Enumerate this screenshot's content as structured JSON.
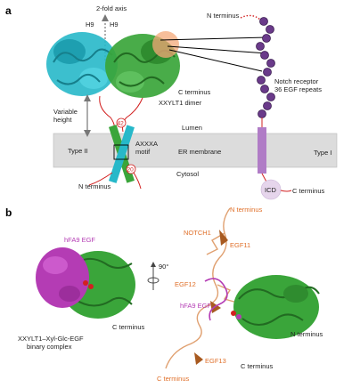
{
  "panel_a": {
    "label": "a",
    "twofold_axis": "2-fold axis",
    "h9_left": "H9",
    "h9_right": "H9",
    "n_terminus_top": "N terminus",
    "c_terminus": "C terminus",
    "dimer": "XXYLT1 dimer",
    "notch_receptor": "Notch receptor",
    "egf_repeats": "36 EGF repeats",
    "variable": "Variable",
    "height": "height",
    "lumen": "Lumen",
    "type_ii": "Type II",
    "axxxa": "AXXXA",
    "motif": "motif",
    "er_membrane": "ER membrane",
    "type_i": "Type I",
    "cytosol": "Cytosol",
    "n_terminus_bottom": "N terminus",
    "icd": "ICD",
    "c_terminus_icd": "C terminus",
    "num_42": "42",
    "num_20": "20"
  },
  "panel_b": {
    "label": "b",
    "hfa9_left": "hFA9 EGF",
    "rotation": "90°",
    "complex_line1": "XXYLT1–Xyl-Glc-EGF",
    "complex_line2": "binary complex",
    "c_terminus_left": "C terminus",
    "n_terminus_top": "N terminus",
    "notch1": "NOTCH1",
    "egf11": "EGF11",
    "egf12": "EGF12",
    "hfa9_right": "hFA9 EGF",
    "n_terminus_right": "N terminus",
    "egf13": "EGF13",
    "c_terminus_orange": "C terminus",
    "c_terminus_green": "C terminus"
  },
  "colors": {
    "cyan": "#27b8c9",
    "green": "#3aa53a",
    "purple": "#8a3a9a",
    "magenta": "#b43cb4",
    "orange": "#e0702a",
    "membrane": "#dcdcdc",
    "red": "#d22020"
  }
}
